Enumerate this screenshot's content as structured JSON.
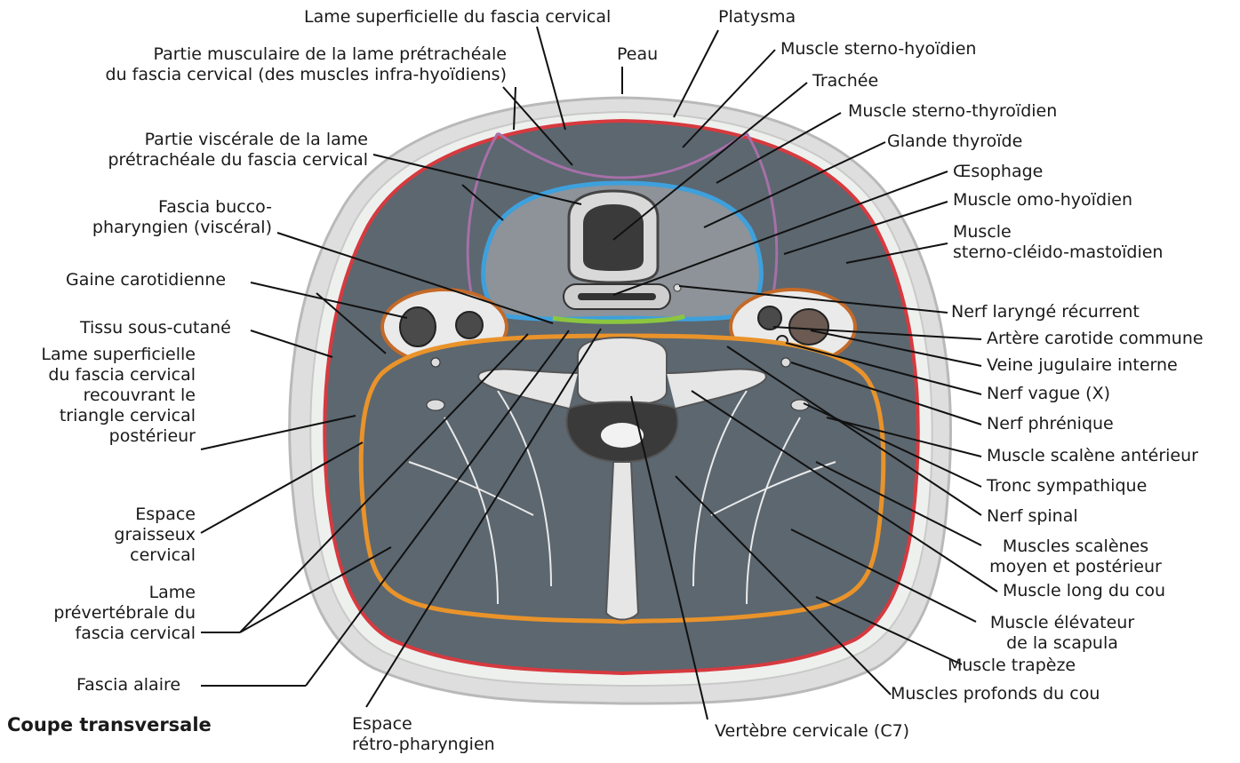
{
  "caption": "Coupe transversale",
  "labels": {
    "lame_superficielle": [
      "Lame superficielle du fascia cervical"
    ],
    "platysma": [
      "Platysma"
    ],
    "partie_musculaire": [
      "Partie musculaire de la lame prétrachéale",
      "du fascia cervical (des muscles infra-hyoïdiens)"
    ],
    "peau": [
      "Peau"
    ],
    "sterno_hyoidien": [
      "Muscle sterno-hyoïdien"
    ],
    "trachee": [
      "Trachée"
    ],
    "sterno_thyroidien": [
      "Muscle sterno-thyroïdien"
    ],
    "partie_viscerale": [
      "Partie viscérale de la lame",
      "prétrachéale du fascia cervical"
    ],
    "glande_thyroide": [
      "Glande thyroïde"
    ],
    "oesophage": [
      "Œsophage"
    ],
    "fascia_bucco": [
      "Fascia bucco-",
      "pharyngien (viscéral)"
    ],
    "omo_hyoidien": [
      "Muscle omo-hyoïdien"
    ],
    "scm": [
      "Muscle",
      "sterno-cléido-mastoïdien"
    ],
    "gaine_carotidienne": [
      "Gaine carotidienne"
    ],
    "nerf_larynge": [
      "Nerf laryngé récurrent"
    ],
    "tissu_sous_cutane": [
      "Tissu sous-cutané"
    ],
    "carotide": [
      "Artère carotide commune"
    ],
    "jugulaire": [
      "Veine jugulaire interne"
    ],
    "lame_superficielle_triangle": [
      "Lame superficielle",
      "du fascia cervical",
      "recouvrant le",
      "triangle cervical",
      "postérieur"
    ],
    "nerf_vague": [
      "Nerf vague (X)"
    ],
    "nerf_phrenique": [
      "Nerf phrénique"
    ],
    "scalene_anterieur": [
      "Muscle scalène antérieur"
    ],
    "tronc_sympathique": [
      "Tronc sympathique"
    ],
    "espace_graisseux": [
      "Espace",
      "graisseux",
      "cervical"
    ],
    "nerf_spinal": [
      "Nerf spinal"
    ],
    "scalenes_moyen": [
      "Muscles scalènes",
      "moyen et postérieur"
    ],
    "lame_prevertebrale": [
      "Lame",
      "prévertébrale du",
      "fascia cervical"
    ],
    "long_du_cou": [
      "Muscle long du cou"
    ],
    "elevateur": [
      "Muscle élévateur",
      "de la scapula"
    ],
    "trapeze": [
      "Muscle trapèze"
    ],
    "fascia_alaire": [
      "Fascia alaire"
    ],
    "profonds": [
      "Muscles profonds du cou"
    ],
    "espace_retro": [
      "Espace",
      "rétro-pharyngien"
    ],
    "vertebre": [
      "Vertèbre cervicale (C7)"
    ]
  },
  "colors": {
    "muscle": "#5c6770",
    "skin": "#d7d8d8",
    "fascia_red": "#d63a3f",
    "fascia_orange": "#e9932a",
    "fascia_blue": "#3ea0dc",
    "fascia_purple": "#a670a8",
    "fascia_green": "#8cc63f",
    "fascia_brown": "#c46a28",
    "bone": "#e6e6e6"
  }
}
